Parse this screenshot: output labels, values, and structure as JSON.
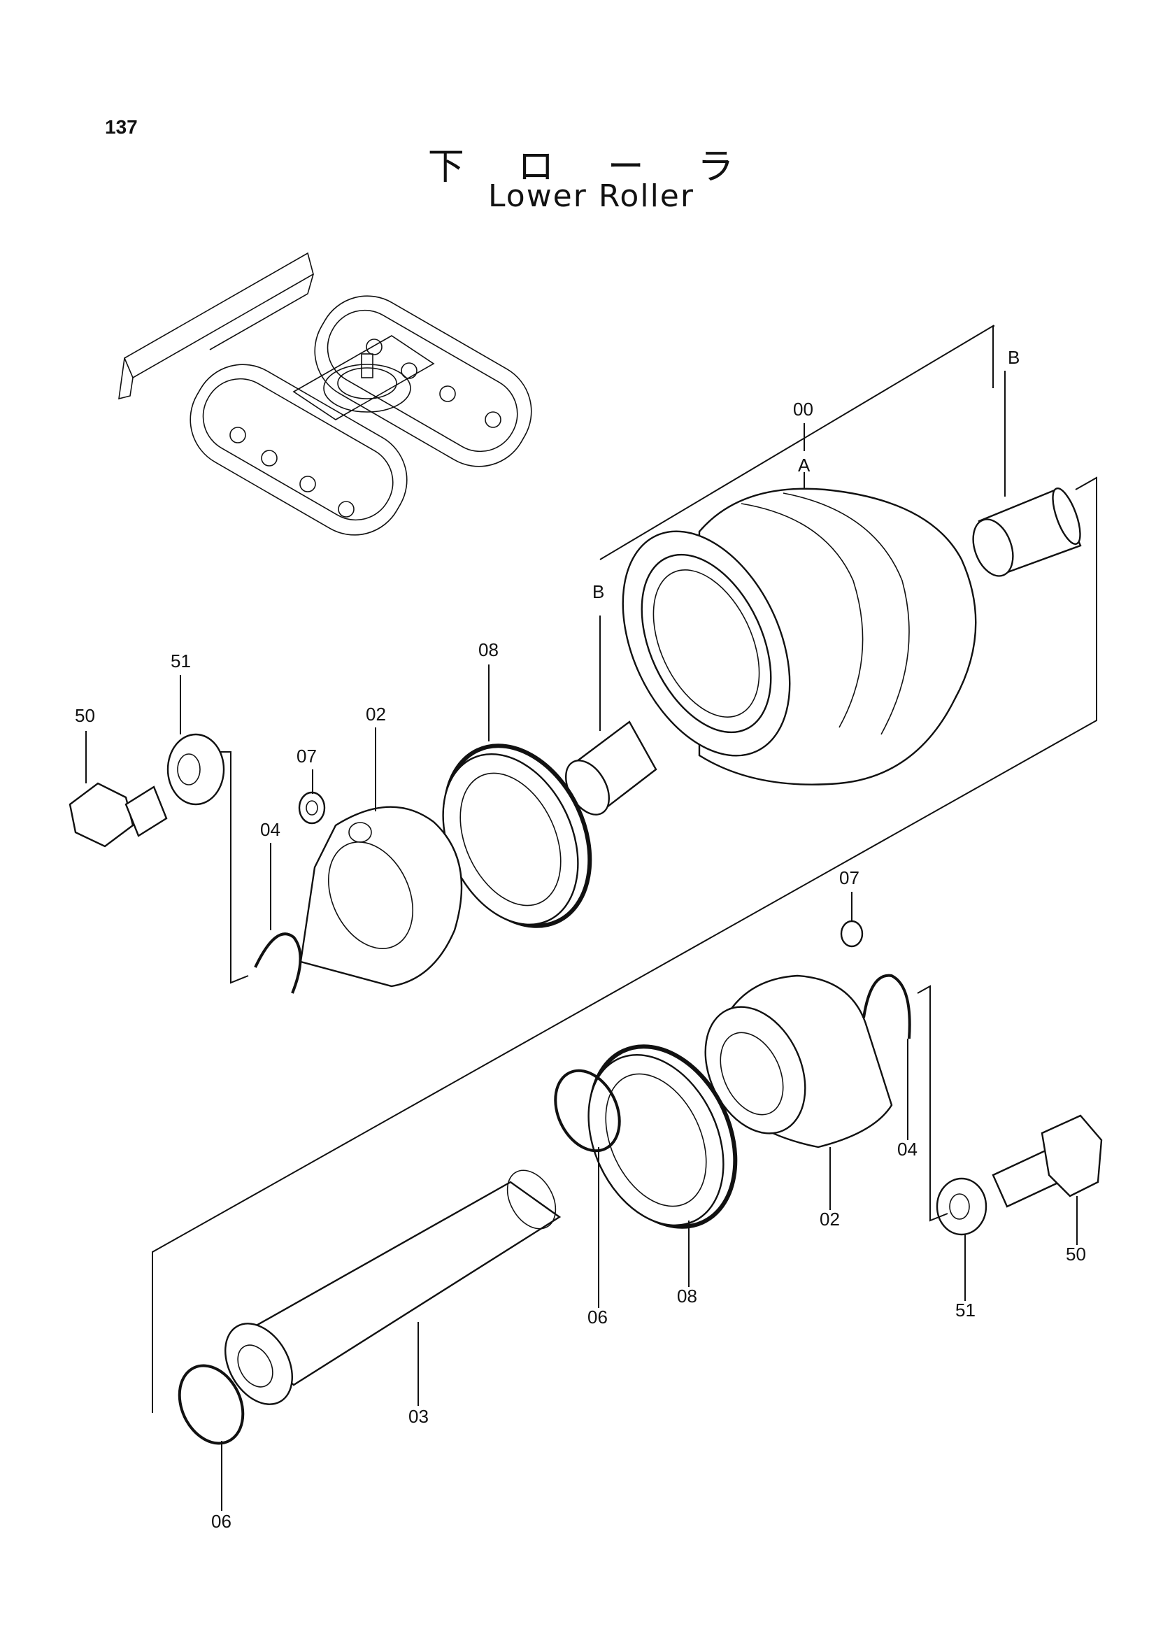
{
  "page_number": "137",
  "title_jp": "下 ロ ー ラ",
  "title_en": "Lower Roller",
  "labels": {
    "assy": "00",
    "roller": "A",
    "bushing_top": "B",
    "bushing_left": "B",
    "collar_left": "02",
    "collar_right": "02",
    "shaft": "03",
    "retaining_ring_left": "04",
    "retaining_ring_right": "04",
    "o_ring_bottom": "06",
    "o_ring_mid": "06",
    "plug_left": "07",
    "plug_right": "07",
    "floating_seal_left": "08",
    "floating_seal_right": "08",
    "bolt_left": "50",
    "bolt_right": "50",
    "washer_left": "51",
    "washer_right": "51"
  }
}
